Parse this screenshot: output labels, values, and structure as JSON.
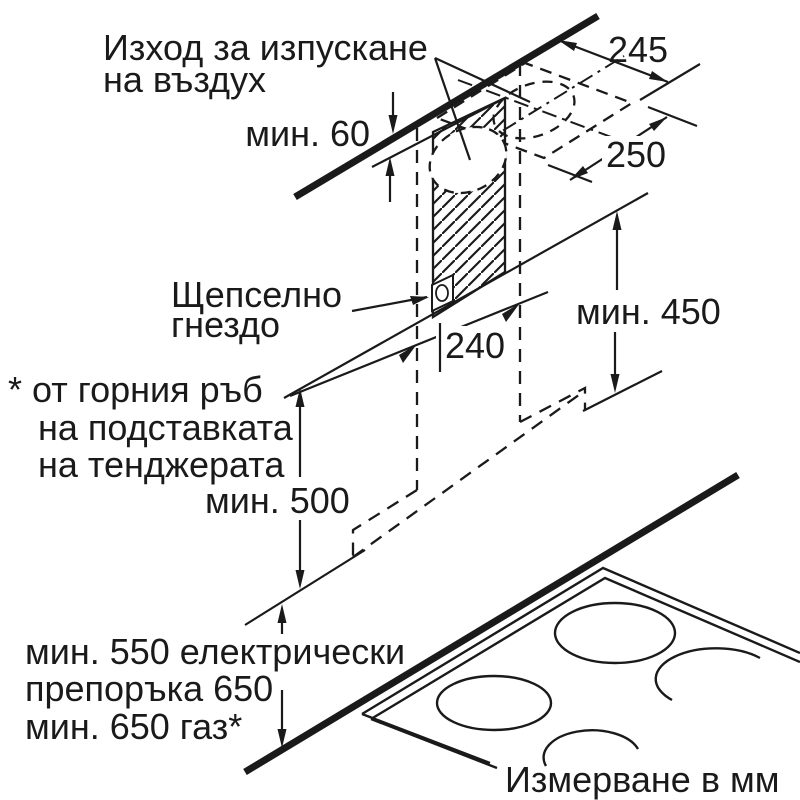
{
  "diagram": {
    "type": "installation-drawing",
    "labels": {
      "air_outlet_line1": "Изход за изпускане",
      "air_outlet_line2": "на въздух",
      "socket_line1": "Щепселно",
      "socket_line2": "гнездо",
      "note_line1": "* от горния ръб",
      "note_line2": "на подставката",
      "note_line3": "на тенджерата",
      "clearance_line1": "мин. 550 електрически",
      "clearance_line2": "препоръка 650",
      "clearance_line3": "мин. 650 газ*",
      "units_note": "Измерване в мм"
    },
    "dimensions": {
      "min_gap_top": "мин. 60",
      "duct_width": "245",
      "duct_depth": "250",
      "bracket_width": "240",
      "min_height_chimney": "мин. 450",
      "min_height_hood": "мин. 500"
    },
    "colors": {
      "line": "#1a1a1a",
      "background": "#ffffff"
    }
  }
}
